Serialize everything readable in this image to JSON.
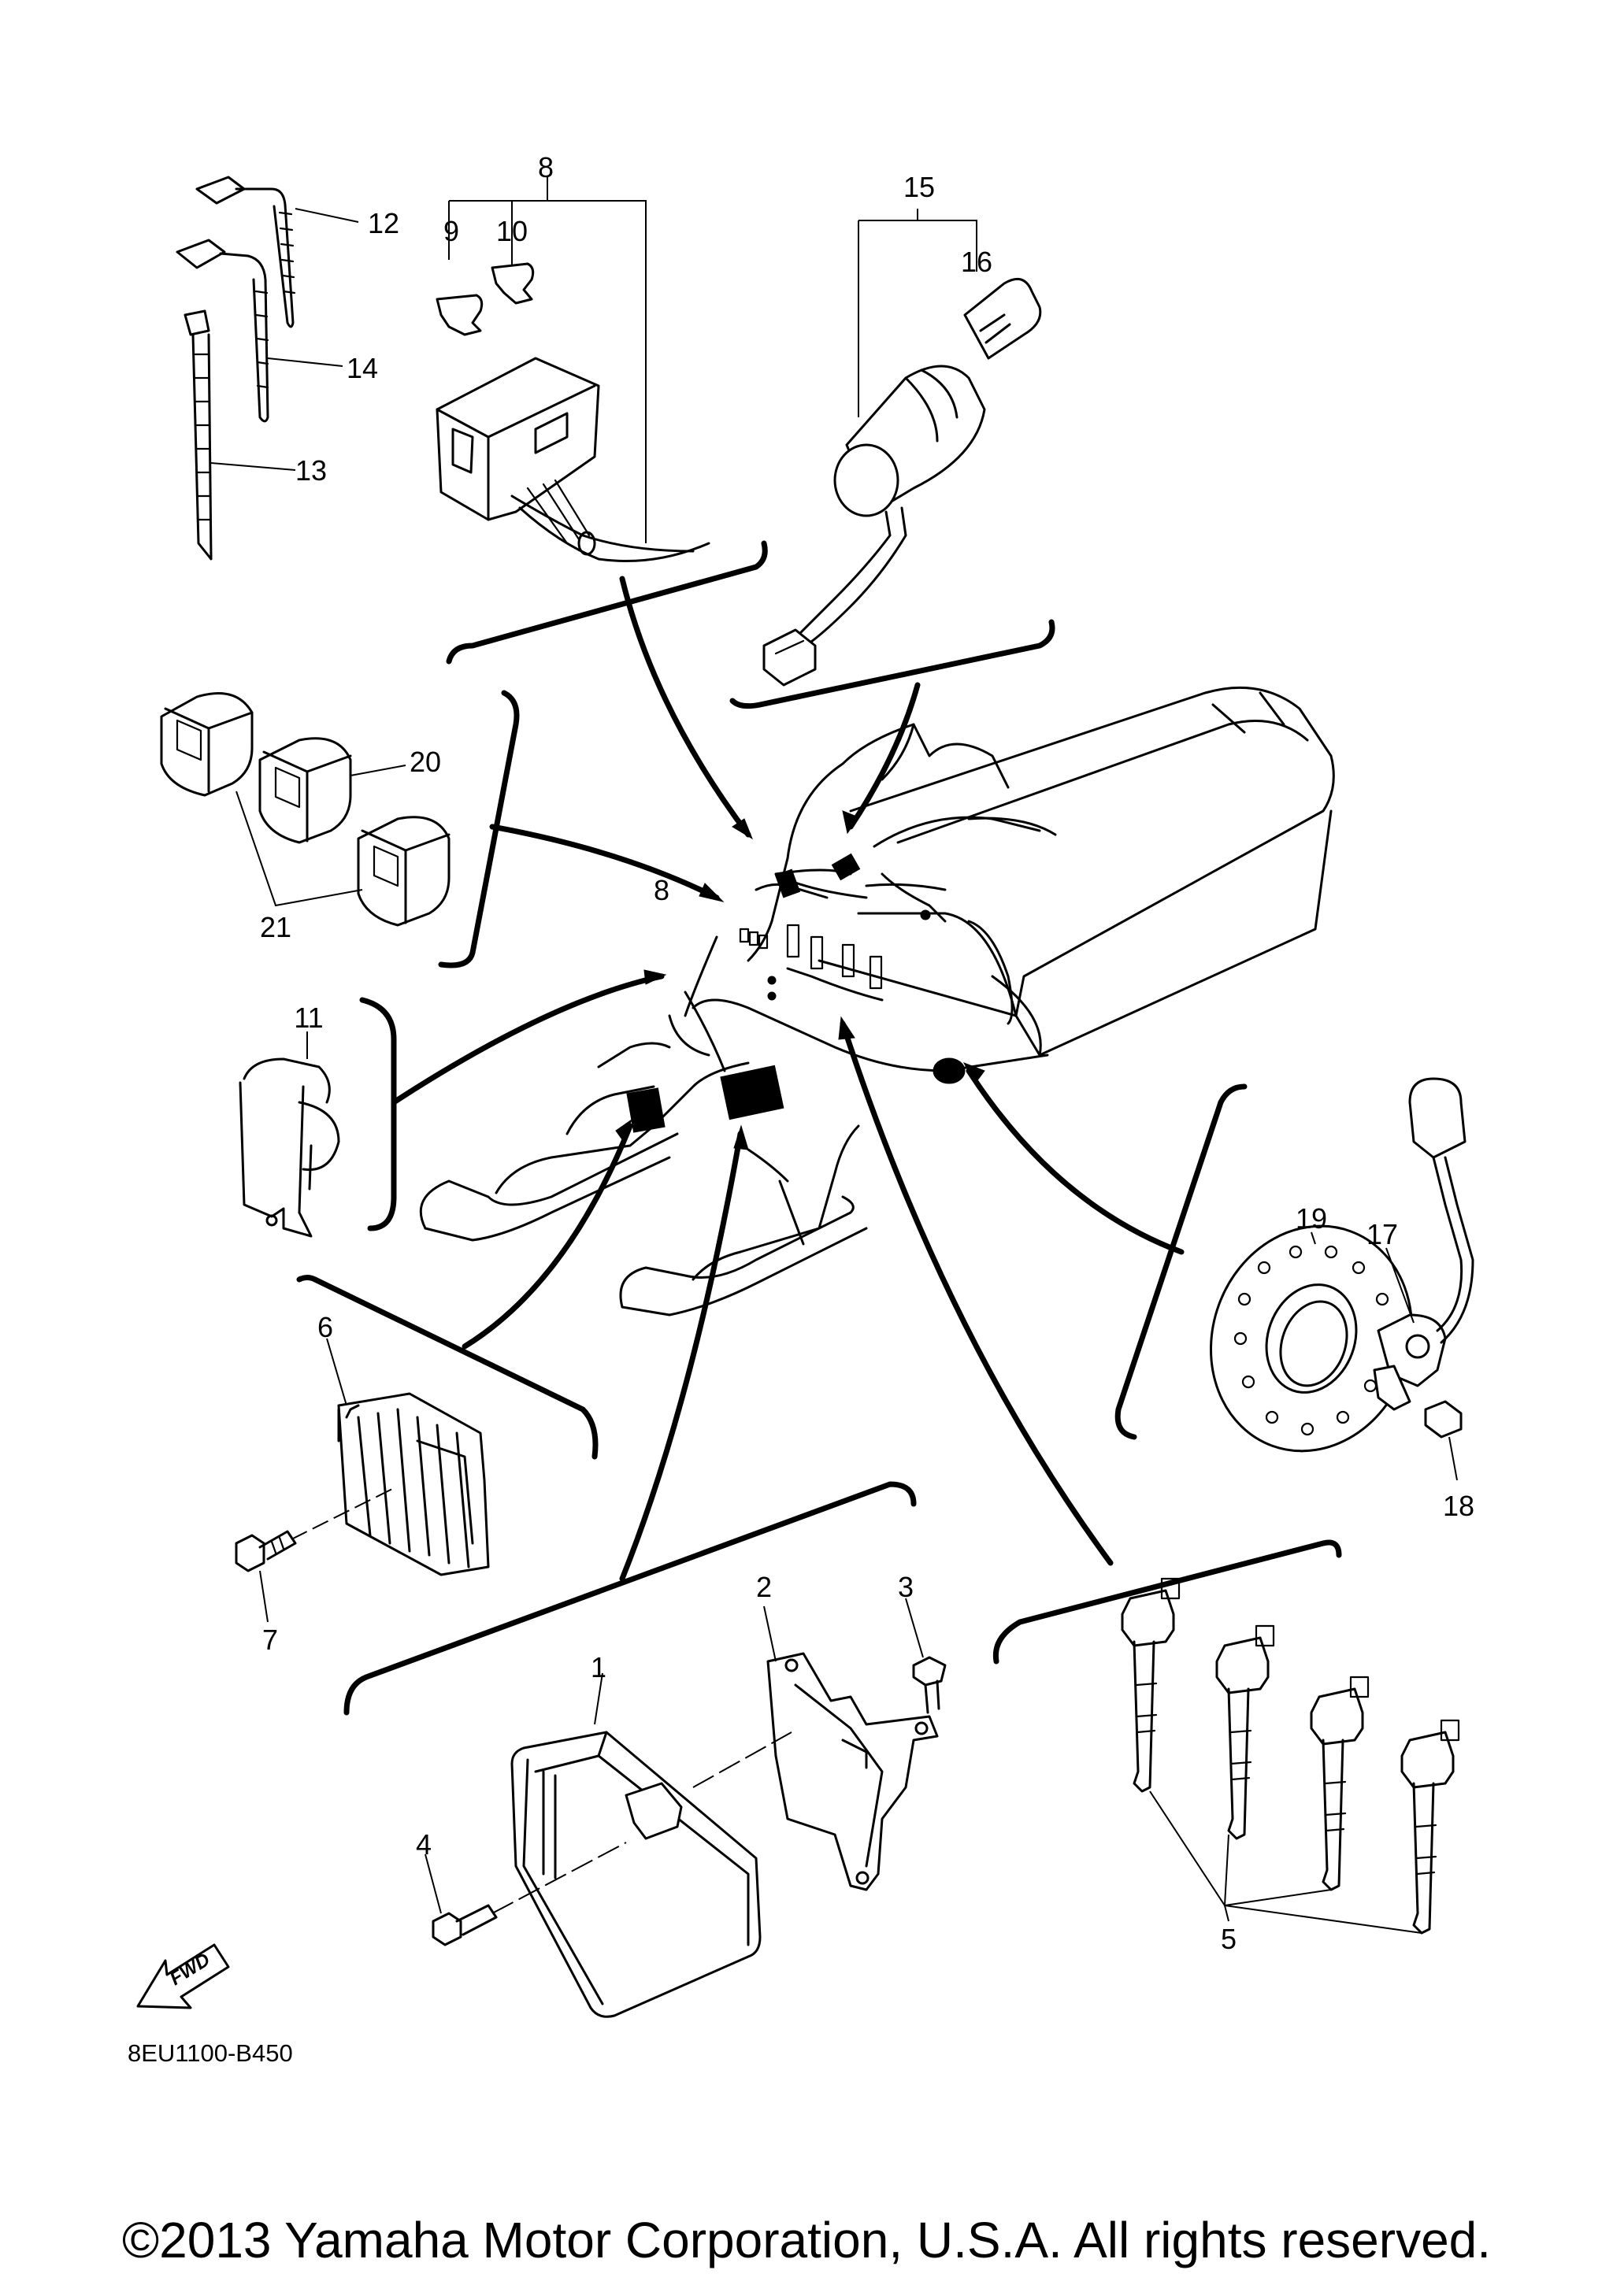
{
  "diagram": {
    "part_labels": [
      "1",
      "2",
      "3",
      "4",
      "5",
      "6",
      "7",
      "8",
      "8",
      "9",
      "10",
      "11",
      "12",
      "13",
      "14",
      "15",
      "16",
      "17",
      "18",
      "19",
      "20",
      "21"
    ],
    "fwd_label": "FWD",
    "drawing_code": "8EU1100-B450"
  },
  "footer": {
    "copyright": "©2013 Yamaha Motor Corporation, U.S.A. All rights reserved."
  }
}
